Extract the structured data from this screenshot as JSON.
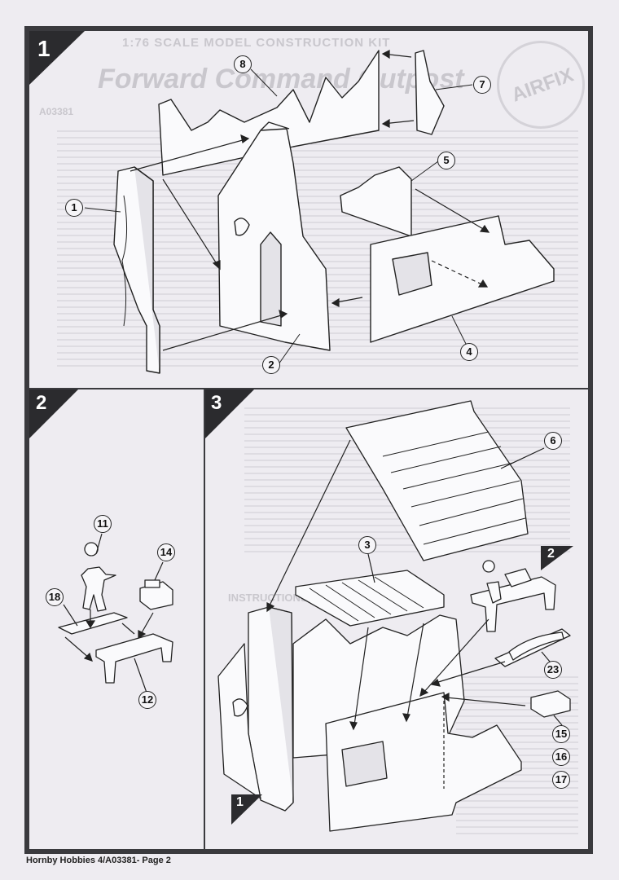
{
  "footer": "Hornby Hobbies 4/A03381- Page 2",
  "background_print": {
    "kit_line": "1:76 SCALE MODEL CONSTRUCTION KIT",
    "title": "Forward Command Outpost",
    "code": "A03381",
    "brand": "AIRFIX",
    "section": "INSTRUCTIONS"
  },
  "steps": [
    {
      "number": "1"
    },
    {
      "number": "2"
    },
    {
      "number": "3"
    }
  ],
  "callouts": {
    "step1": [
      "1",
      "2",
      "4",
      "5",
      "7",
      "8"
    ],
    "step2": [
      "11",
      "14",
      "18",
      "12"
    ],
    "step3": [
      "6",
      "3",
      "23",
      "15",
      "16",
      "17"
    ]
  },
  "subassembly_tags": [
    "2",
    "1"
  ],
  "colors": {
    "frame": "#3a3a3e",
    "paper": "#eeecf1",
    "ink": "#222222"
  }
}
